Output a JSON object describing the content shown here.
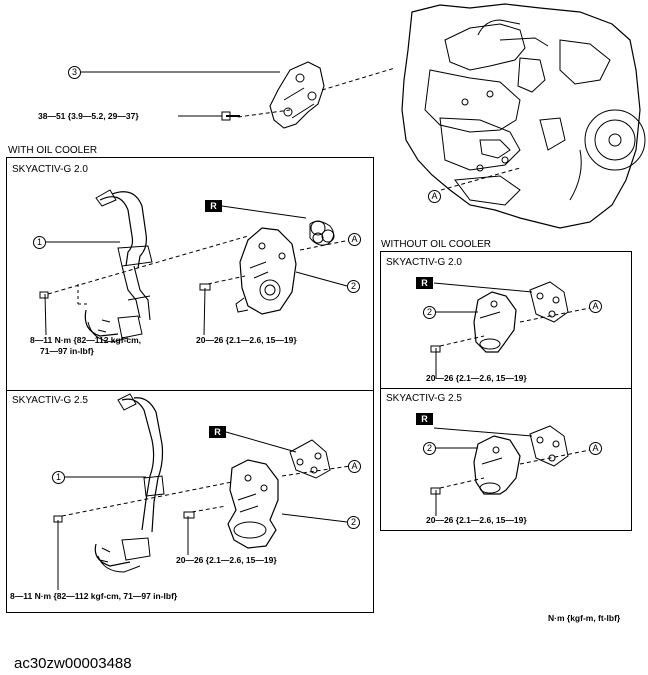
{
  "top": {
    "callout_3": "3",
    "torque": "38—51 {3.9—5.2, 29—37}",
    "callout_a": "A"
  },
  "with_oil_cooler": {
    "title": "WITH OIL COOLER",
    "g20": {
      "label": "SKYACTIV-G 2.0",
      "callout_1": "1",
      "callout_2": "2",
      "callout_a": "A",
      "r_badge": "R",
      "torque_left_line1": "8—11 N·m {82—112 kgf-cm,",
      "torque_left_line2": "71—97 in-lbf}",
      "torque_right": "20—26 {2.1—2.6, 15—19}"
    },
    "g25": {
      "label": "SKYACTIV-G 2.5",
      "callout_1": "1",
      "callout_2": "2",
      "callout_a": "A",
      "r_badge": "R",
      "torque_left": "8—11 N·m {82—112 kgf-cm, 71—97 in-lbf}",
      "torque_right": "20—26 {2.1—2.6, 15—19}"
    }
  },
  "without_oil_cooler": {
    "title": "WITHOUT OIL COOLER",
    "g20": {
      "label": "SKYACTIV-G 2.0",
      "r_badge": "R",
      "callout_2": "2",
      "callout_a": "A",
      "torque": "20—26 {2.1—2.6, 15—19}"
    },
    "g25": {
      "label": "SKYACTIV-G 2.5",
      "r_badge": "R",
      "callout_2": "2",
      "callout_a": "A",
      "torque": "20—26 {2.1—2.6, 15—19}"
    }
  },
  "units": "N·m {kgf-m, ft-lbf}",
  "figure_id": "ac30zw00003488"
}
